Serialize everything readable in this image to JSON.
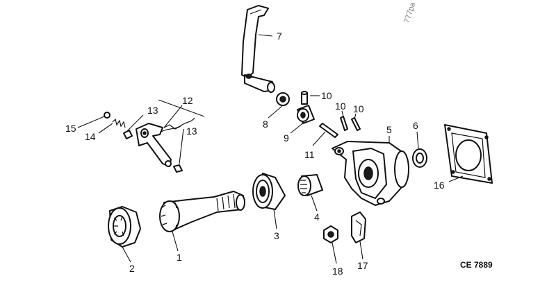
{
  "watermark": "777pa",
  "drawing_code": "CE 7889",
  "callouts": {
    "c1": "1",
    "c2": "2",
    "c3": "3",
    "c4": "4",
    "c5": "5",
    "c6": "6",
    "c7": "7",
    "c8": "8",
    "c9": "9",
    "c10a": "10",
    "c10b": "10",
    "c10c": "10",
    "c11": "11",
    "c12": "12",
    "c13a": "13",
    "c13b": "13",
    "c14": "14",
    "c15": "15",
    "c16": "16",
    "c17": "17",
    "c18": "18"
  }
}
